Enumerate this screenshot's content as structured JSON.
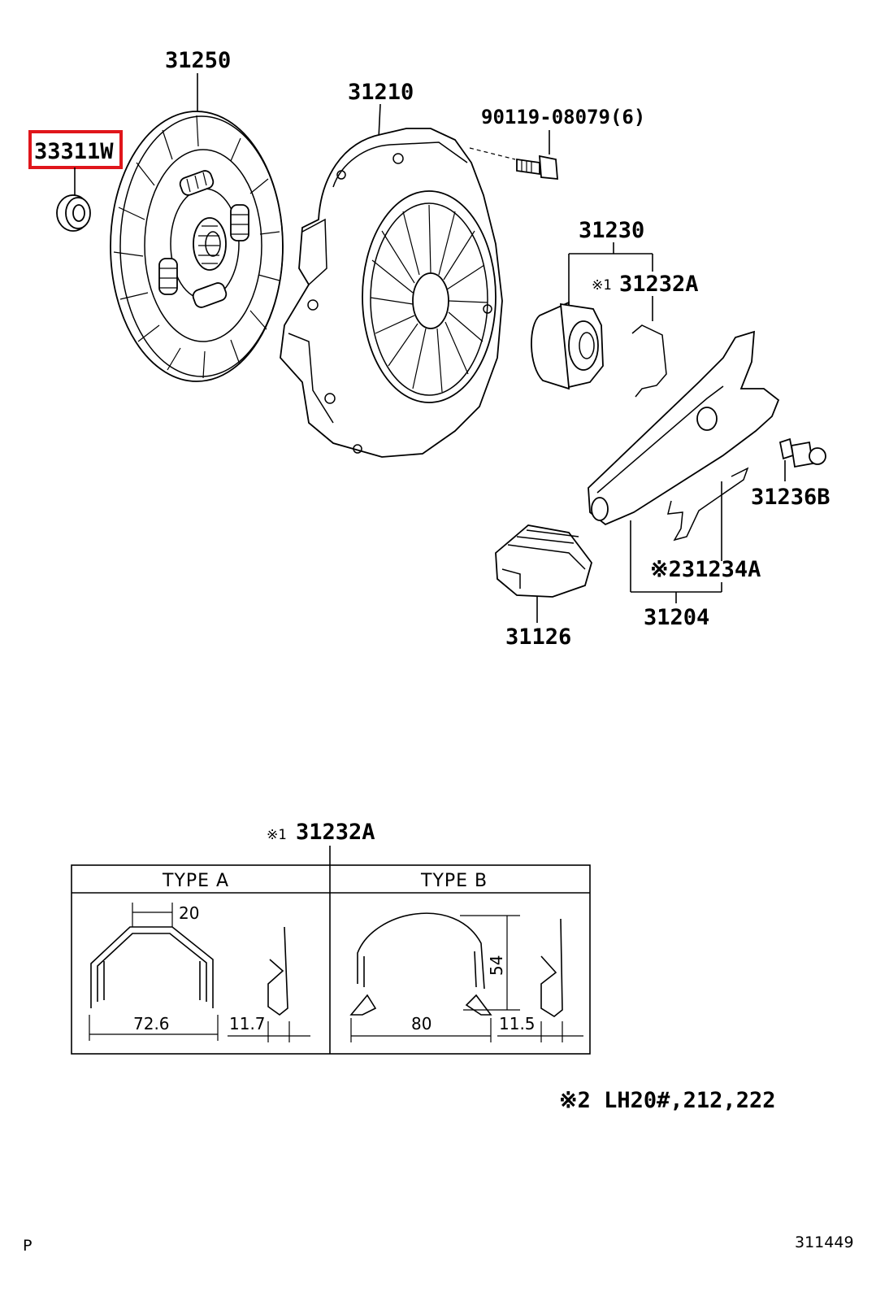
{
  "labels": {
    "p33311w": "33311W",
    "p31250": "31250",
    "p31210": "31210",
    "bolt": "90119-08079(6)",
    "p31230": "31230",
    "p31232a_mark": "※1",
    "p31232a": "31232A",
    "p31236b": "31236B",
    "p231234a": "※231234A",
    "p31204": "31204",
    "p31126": "31126"
  },
  "detail": {
    "mark": "※1",
    "title": "31232A",
    "type_a": {
      "header": "TYPE  A",
      "dim_top": "20",
      "dim_width": "72.6",
      "dim_side": "11.7"
    },
    "type_b": {
      "header": "TYPE  B",
      "dim_height": "54",
      "dim_width": "80",
      "dim_side": "11.5"
    }
  },
  "note": "※2 LH20#,212,222",
  "footer": {
    "left": "P",
    "right": "311449"
  },
  "colors": {
    "highlight": "#e0161b",
    "ink": "#000000"
  }
}
